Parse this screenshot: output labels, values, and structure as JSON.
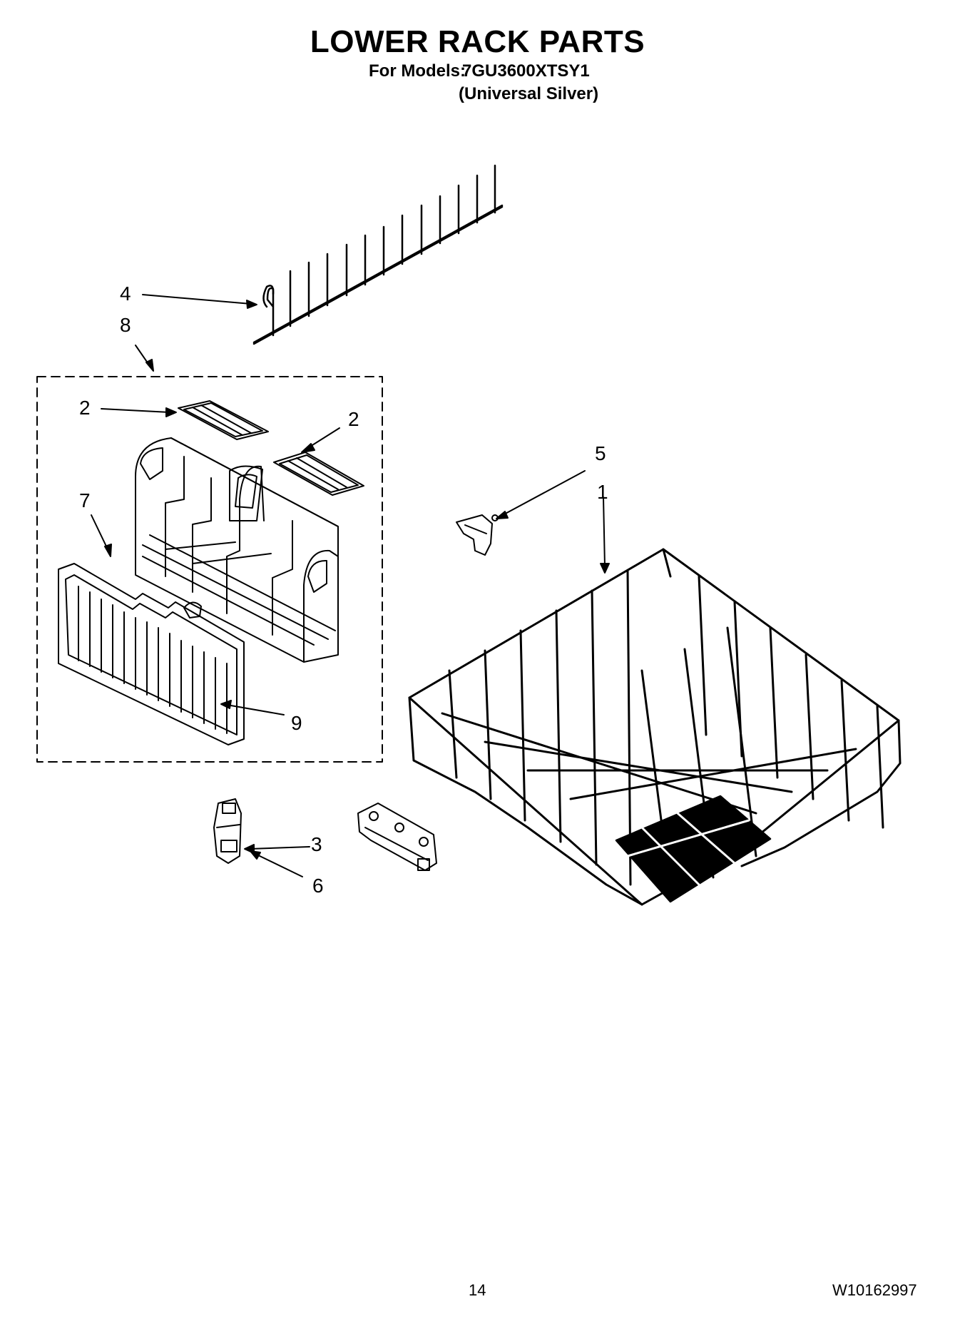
{
  "header": {
    "title": "LOWER RACK PARTS",
    "models_label": "For Models:",
    "model_number": "7GU3600XTSY1",
    "variant": "(Universal Silver)"
  },
  "callouts": {
    "c4": "4",
    "c8": "8",
    "c2a": "2",
    "c2b": "2",
    "c5": "5",
    "c1": "1",
    "c7": "7",
    "c9": "9",
    "c3": "3",
    "c6": "6"
  },
  "footer": {
    "page_number": "14",
    "document_number": "W10162997"
  }
}
